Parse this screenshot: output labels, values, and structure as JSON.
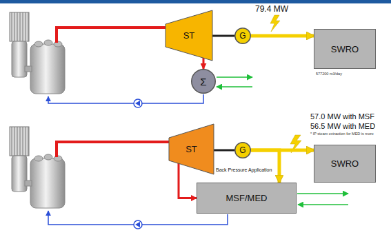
{
  "diagram": {
    "nodes": [
      {
        "text": [
          "ST"
        ]
      },
      {
        "text": [
          "G"
        ]
      },
      {
        "text": [
          "SWRO"
        ]
      },
      {
        "text": [
          "Σ"
        ]
      },
      {
        "text": [
          "ST"
        ]
      },
      {
        "text": [
          "G"
        ]
      },
      {
        "text": [
          "SWRO"
        ]
      },
      {
        "text": [
          "MSF/MED"
        ]
      }
    ],
    "edges": [
      {
        "from": 0,
        "to": 1,
        "arrow": "none"
      },
      {
        "from": 1,
        "to": 2,
        "arrow": "to"
      },
      {
        "from": 0,
        "to": 3,
        "arrow": "to"
      },
      {
        "from": 4,
        "to": 5,
        "arrow": "none"
      },
      {
        "from": 5,
        "to": 6,
        "arrow": "to"
      },
      {
        "from": 5,
        "to": 7,
        "arrow": "to"
      },
      {
        "from": 4,
        "to": 7,
        "arrow": "to"
      }
    ],
    "labels": [
      "79.4 MW",
      "577200 m3/day",
      "57.0 MW with MSF",
      "56.5 MW with MED",
      "* IP steam extraction for MED is more",
      "Back Pressure Application"
    ]
  }
}
